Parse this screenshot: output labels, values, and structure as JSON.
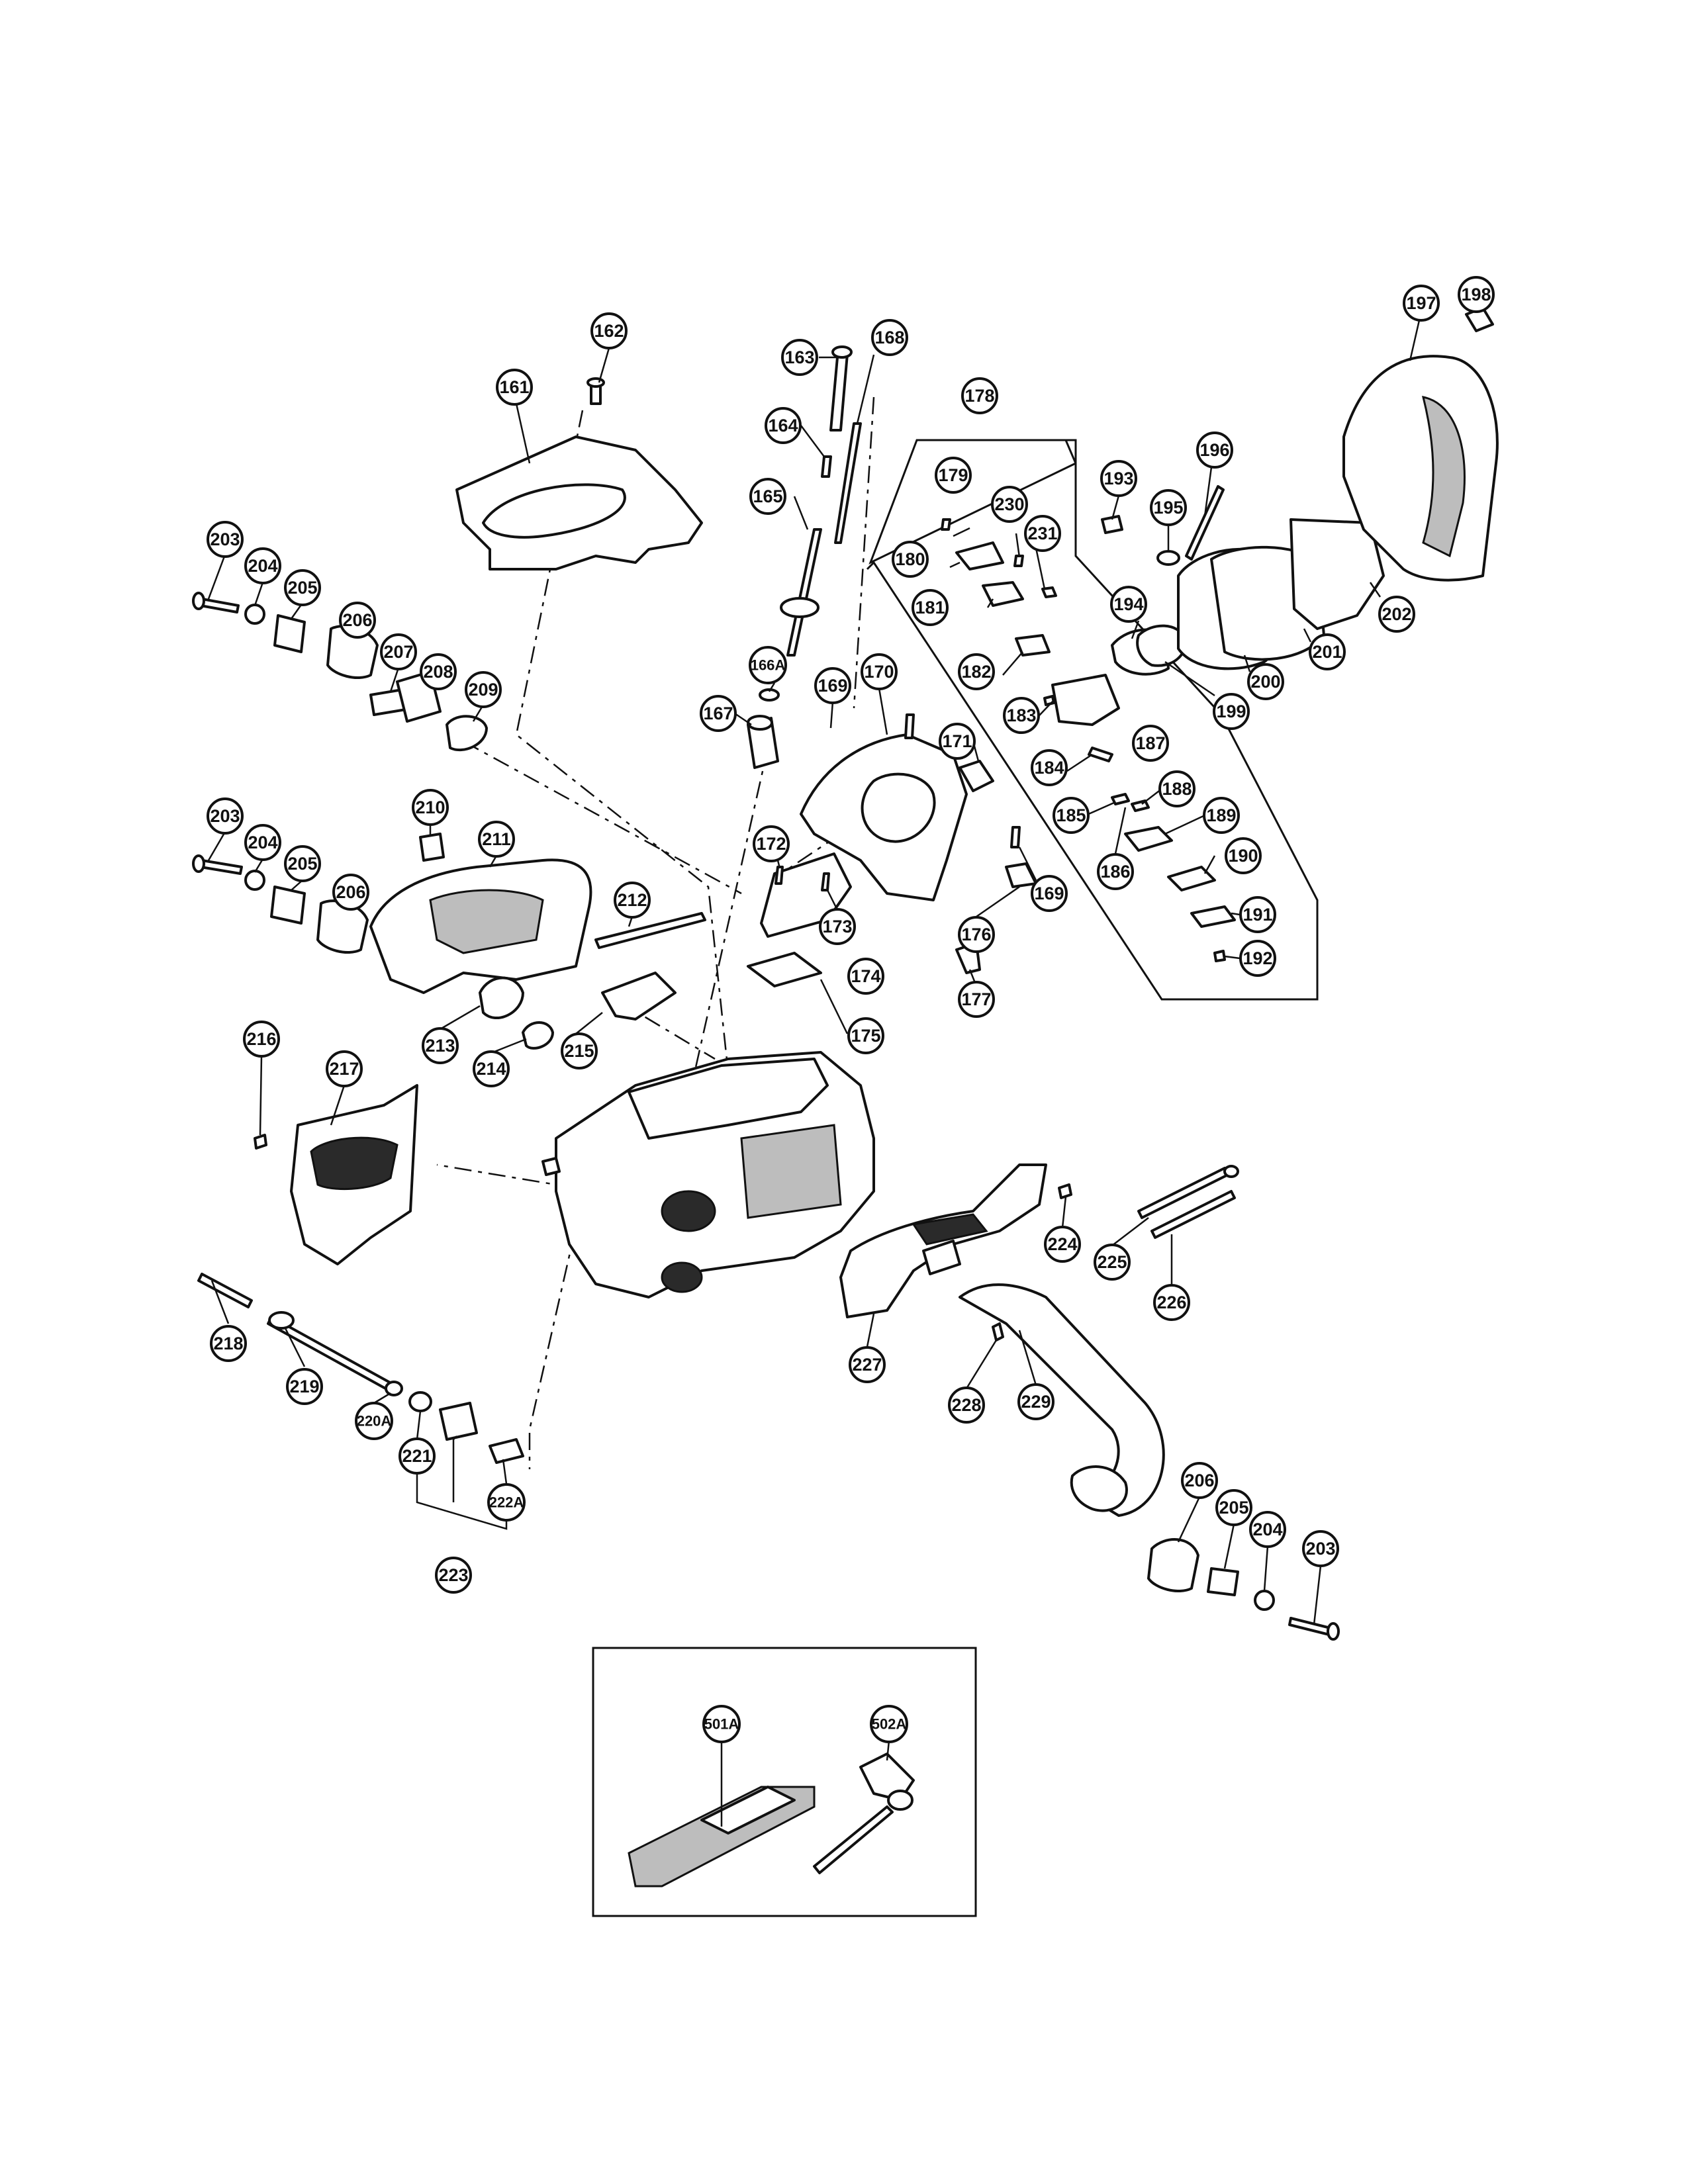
{
  "diagram": {
    "callouts": [
      {
        "id": "c162",
        "label": "162"
      },
      {
        "id": "c161",
        "label": "161"
      },
      {
        "id": "c163",
        "label": "163"
      },
      {
        "id": "c168",
        "label": "168"
      },
      {
        "id": "c164",
        "label": "164"
      },
      {
        "id": "c165",
        "label": "165"
      },
      {
        "id": "c166A",
        "label": "166A"
      },
      {
        "id": "c167",
        "label": "167"
      },
      {
        "id": "c169a",
        "label": "169"
      },
      {
        "id": "c170",
        "label": "170"
      },
      {
        "id": "c171",
        "label": "171"
      },
      {
        "id": "c172",
        "label": "172"
      },
      {
        "id": "c173",
        "label": "173"
      },
      {
        "id": "c174",
        "label": "174"
      },
      {
        "id": "c175",
        "label": "175"
      },
      {
        "id": "c176",
        "label": "176"
      },
      {
        "id": "c177",
        "label": "177"
      },
      {
        "id": "c169b",
        "label": "169"
      },
      {
        "id": "c178",
        "label": "178"
      },
      {
        "id": "c179",
        "label": "179"
      },
      {
        "id": "c230",
        "label": "230"
      },
      {
        "id": "c231",
        "label": "231"
      },
      {
        "id": "c180",
        "label": "180"
      },
      {
        "id": "c181",
        "label": "181"
      },
      {
        "id": "c182",
        "label": "182"
      },
      {
        "id": "c183",
        "label": "183"
      },
      {
        "id": "c184",
        "label": "184"
      },
      {
        "id": "c185",
        "label": "185"
      },
      {
        "id": "c186",
        "label": "186"
      },
      {
        "id": "c187",
        "label": "187"
      },
      {
        "id": "c188",
        "label": "188"
      },
      {
        "id": "c189",
        "label": "189"
      },
      {
        "id": "c190",
        "label": "190"
      },
      {
        "id": "c191",
        "label": "191"
      },
      {
        "id": "c192",
        "label": "192"
      },
      {
        "id": "c193",
        "label": "193"
      },
      {
        "id": "c194",
        "label": "194"
      },
      {
        "id": "c195",
        "label": "195"
      },
      {
        "id": "c196",
        "label": "196"
      },
      {
        "id": "c197",
        "label": "197"
      },
      {
        "id": "c198",
        "label": "198"
      },
      {
        "id": "c199",
        "label": "199"
      },
      {
        "id": "c200",
        "label": "200"
      },
      {
        "id": "c201",
        "label": "201"
      },
      {
        "id": "c202",
        "label": "202"
      },
      {
        "id": "c203a",
        "label": "203"
      },
      {
        "id": "c204a",
        "label": "204"
      },
      {
        "id": "c205a",
        "label": "205"
      },
      {
        "id": "c206a",
        "label": "206"
      },
      {
        "id": "c207",
        "label": "207"
      },
      {
        "id": "c208",
        "label": "208"
      },
      {
        "id": "c209",
        "label": "209"
      },
      {
        "id": "c203b",
        "label": "203"
      },
      {
        "id": "c204b",
        "label": "204"
      },
      {
        "id": "c205b",
        "label": "205"
      },
      {
        "id": "c206b",
        "label": "206"
      },
      {
        "id": "c210",
        "label": "210"
      },
      {
        "id": "c211",
        "label": "211"
      },
      {
        "id": "c212",
        "label": "212"
      },
      {
        "id": "c213",
        "label": "213"
      },
      {
        "id": "c214",
        "label": "214"
      },
      {
        "id": "c215",
        "label": "215"
      },
      {
        "id": "c216",
        "label": "216"
      },
      {
        "id": "c217",
        "label": "217"
      },
      {
        "id": "c218",
        "label": "218"
      },
      {
        "id": "c219",
        "label": "219"
      },
      {
        "id": "c220A",
        "label": "220A"
      },
      {
        "id": "c221",
        "label": "221"
      },
      {
        "id": "c222A",
        "label": "222A"
      },
      {
        "id": "c223",
        "label": "223"
      },
      {
        "id": "c224",
        "label": "224"
      },
      {
        "id": "c225",
        "label": "225"
      },
      {
        "id": "c226",
        "label": "226"
      },
      {
        "id": "c227",
        "label": "227"
      },
      {
        "id": "c228",
        "label": "228"
      },
      {
        "id": "c229",
        "label": "229"
      },
      {
        "id": "c206c",
        "label": "206"
      },
      {
        "id": "c205c",
        "label": "205"
      },
      {
        "id": "c204c",
        "label": "204"
      },
      {
        "id": "c203c",
        "label": "203"
      },
      {
        "id": "c501A",
        "label": "501A"
      },
      {
        "id": "c502A",
        "label": "502A"
      }
    ]
  }
}
